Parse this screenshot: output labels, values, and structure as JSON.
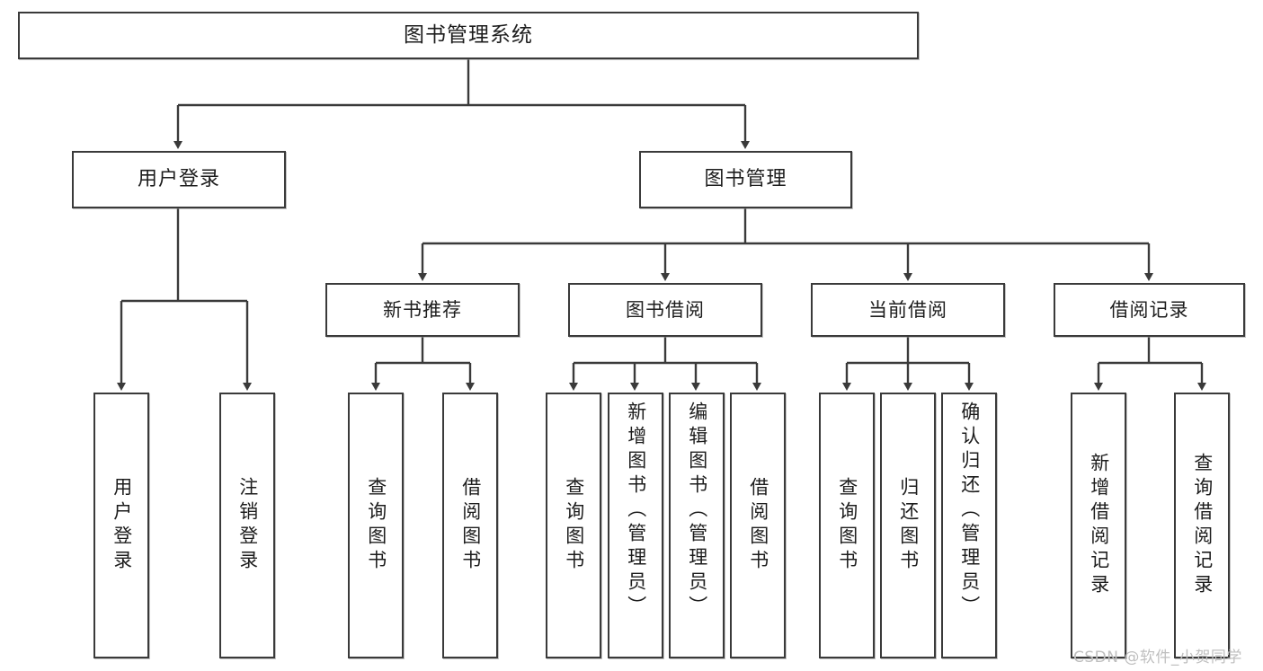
{
  "diagram": {
    "type": "tree",
    "title": "图书管理系统",
    "orientation": "top-down",
    "colors": {
      "box_border": "#3a3a3a",
      "box_fill": "#ffffff",
      "connector": "#3a3a3a",
      "text": "#1d1d1d",
      "watermark": "#bfbfbf"
    },
    "nodes": {
      "root": {
        "label": "图书管理系统",
        "level": 0
      },
      "user_login": {
        "label": "用户登录",
        "level": 1
      },
      "book_manage": {
        "label": "图书管理",
        "level": 1
      },
      "new_book_rec": {
        "label": "新书推荐",
        "level": 2
      },
      "book_borrow": {
        "label": "图书借阅",
        "level": 2
      },
      "current_borrow": {
        "label": "当前借阅",
        "level": 2
      },
      "borrow_record": {
        "label": "借阅记录",
        "level": 2
      },
      "leaf_user_login": {
        "label": "用户登录",
        "level": 3
      },
      "leaf_logout": {
        "label": "注销登录",
        "level": 3
      },
      "leaf_query_book_1": {
        "label": "查询图书",
        "level": 3
      },
      "leaf_borrow_book_1": {
        "label": "借阅图书",
        "level": 3
      },
      "leaf_query_book_2": {
        "label": "查询图书",
        "level": 3
      },
      "leaf_add_book": {
        "label": "新增图书（管理员）",
        "level": 3
      },
      "leaf_edit_book": {
        "label": "编辑图书（管理员）",
        "level": 3
      },
      "leaf_borrow_book_2": {
        "label": "借阅图书",
        "level": 3
      },
      "leaf_query_book_3": {
        "label": "查询图书",
        "level": 3
      },
      "leaf_return_book": {
        "label": "归还图书",
        "level": 3
      },
      "leaf_confirm_return": {
        "label": "确认归还（管理员）",
        "level": 3
      },
      "leaf_add_record": {
        "label": "新增借阅记录",
        "level": 3
      },
      "leaf_query_record": {
        "label": "查询借阅记录",
        "level": 3
      }
    },
    "edges": [
      {
        "from": "root",
        "to": "user_login"
      },
      {
        "from": "root",
        "to": "book_manage"
      },
      {
        "from": "book_manage",
        "to": "new_book_rec"
      },
      {
        "from": "book_manage",
        "to": "book_borrow"
      },
      {
        "from": "book_manage",
        "to": "current_borrow"
      },
      {
        "from": "book_manage",
        "to": "borrow_record"
      },
      {
        "from": "user_login",
        "to": "leaf_user_login"
      },
      {
        "from": "user_login",
        "to": "leaf_logout"
      },
      {
        "from": "new_book_rec",
        "to": "leaf_query_book_1"
      },
      {
        "from": "new_book_rec",
        "to": "leaf_borrow_book_1"
      },
      {
        "from": "book_borrow",
        "to": "leaf_query_book_2"
      },
      {
        "from": "book_borrow",
        "to": "leaf_add_book"
      },
      {
        "from": "book_borrow",
        "to": "leaf_edit_book"
      },
      {
        "from": "book_borrow",
        "to": "leaf_borrow_book_2"
      },
      {
        "from": "current_borrow",
        "to": "leaf_query_book_3"
      },
      {
        "from": "current_borrow",
        "to": "leaf_return_book"
      },
      {
        "from": "current_borrow",
        "to": "leaf_confirm_return"
      },
      {
        "from": "borrow_record",
        "to": "leaf_add_record"
      },
      {
        "from": "borrow_record",
        "to": "leaf_query_record"
      }
    ]
  },
  "watermark": {
    "text": "CSDN @软件_小贺同学"
  }
}
